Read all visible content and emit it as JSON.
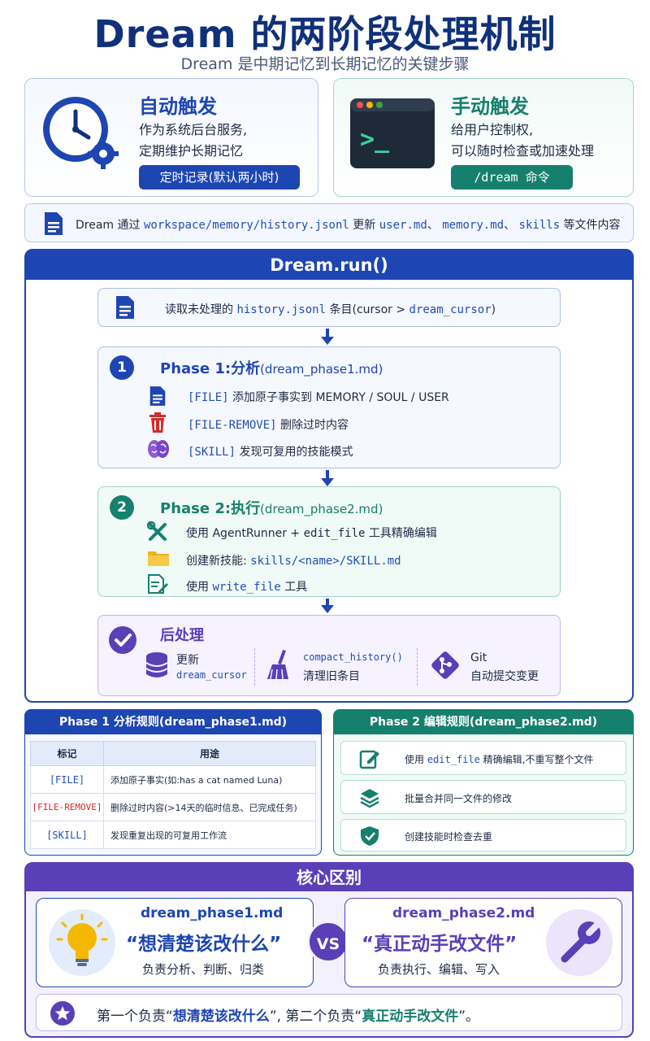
{
  "header": {
    "title": "Dream 的两阶段处理机制",
    "subtitle": "Dream 是中期记忆到长期记忆的关键步骤"
  },
  "auto_card": {
    "title": "自动触发",
    "line1": "作为系统后台服务,",
    "line2": "定期维护长期记忆",
    "pill": "定时记录(默认两小时)",
    "icon": "clock-gear-icon"
  },
  "manual_card": {
    "title": "手动触发",
    "line1": "给用户控制权,",
    "line2": "可以随时检查或加速处理",
    "pill": "/dream 命令",
    "terminal_prompt": ">_",
    "icon": "terminal-icon"
  },
  "info_bar": {
    "prefix": "Dream 通过 ",
    "path": "workspace/memory/history.jsonl",
    "mid": " 更新 ",
    "file1": "user.md",
    "sep1": "、 ",
    "file2": "memory.md",
    "sep2": "、 ",
    "file3": "skills",
    "suffix": " 等文件内容"
  },
  "run": {
    "header": "Dream.run()",
    "read": {
      "prefix": "读取未处理的 ",
      "file": "history.jsonl",
      "mid": " 条目(cursor > ",
      "cursor": "dream_cursor",
      "suffix": ")"
    },
    "phase1": {
      "number": "1",
      "title": "Phase 1:分析",
      "file": "(dream_phase1.md)",
      "items": [
        {
          "tag": "[FILE]",
          "text": " 添加原子事实到 MEMORY / SOUL / USER"
        },
        {
          "tag": "[FILE-REMOVE]",
          "text": " 删除过时内容"
        },
        {
          "tag": "[SKILL]",
          "text": " 发现可复用的技能模式"
        }
      ]
    },
    "phase2": {
      "number": "2",
      "title": "Phase 2:执行",
      "file": "(dream_phase2.md)",
      "item1_prefix": "使用 AgentRunner + ",
      "item1_code": "edit_file",
      "item1_suffix": " 工具精确编辑",
      "item2_prefix": "创建新技能: ",
      "item2_code": "skills/<name>/SKILL.md",
      "item3_prefix": "使用 ",
      "item3_code": "write_file",
      "item3_suffix": " 工具"
    },
    "post": {
      "title": "后处理",
      "update_label": "更新",
      "update_code": "dream_cursor",
      "compact_code": "compact_history()",
      "compact_label": "清理旧条目",
      "git_label": "Git",
      "git_desc": "自动提交变更"
    }
  },
  "rules1": {
    "head": "Phase 1 分析规则(dream_phase1.md)",
    "col_tag": "标记",
    "col_use": "用途",
    "rows": [
      {
        "tag": "[FILE]",
        "use": "添加原子事实(如:has a cat named Luna)"
      },
      {
        "tag": "[FILE-REMOVE]",
        "use": "删除过时内容(>14天的临时信息、已完成任务)"
      },
      {
        "tag": "[SKILL]",
        "use": "发现重复出现的可复用工作流"
      }
    ]
  },
  "rules2": {
    "head": "Phase 2 编辑规则(dream_phase2.md)",
    "item1_prefix": "使用 ",
    "item1_code": "edit_file",
    "item1_suffix": " 精确编辑,不重写整个文件",
    "item2": "批量合并同一文件的修改",
    "item3": "创建技能时检查去重"
  },
  "core": {
    "head": "核心区别",
    "left_file": "dream_phase1.md",
    "left_quote": "“想清楚该改什么”",
    "left_desc": "负责分析、判断、归类",
    "vs": "VS",
    "right_file": "dream_phase2.md",
    "right_quote": "“真正动手改文件”",
    "right_desc": "负责执行、编辑、写入",
    "summary_a": "第一个负责“",
    "summary_b": "想清楚该改什么",
    "summary_c": "”, 第二个负责“",
    "summary_d": "真正动手改文件",
    "summary_e": "”。"
  },
  "colors": {
    "navy": "#10307a",
    "blue": "#1d46b3",
    "teal": "#16806e",
    "purple": "#5a3fb8",
    "red": "#d42a2a"
  }
}
